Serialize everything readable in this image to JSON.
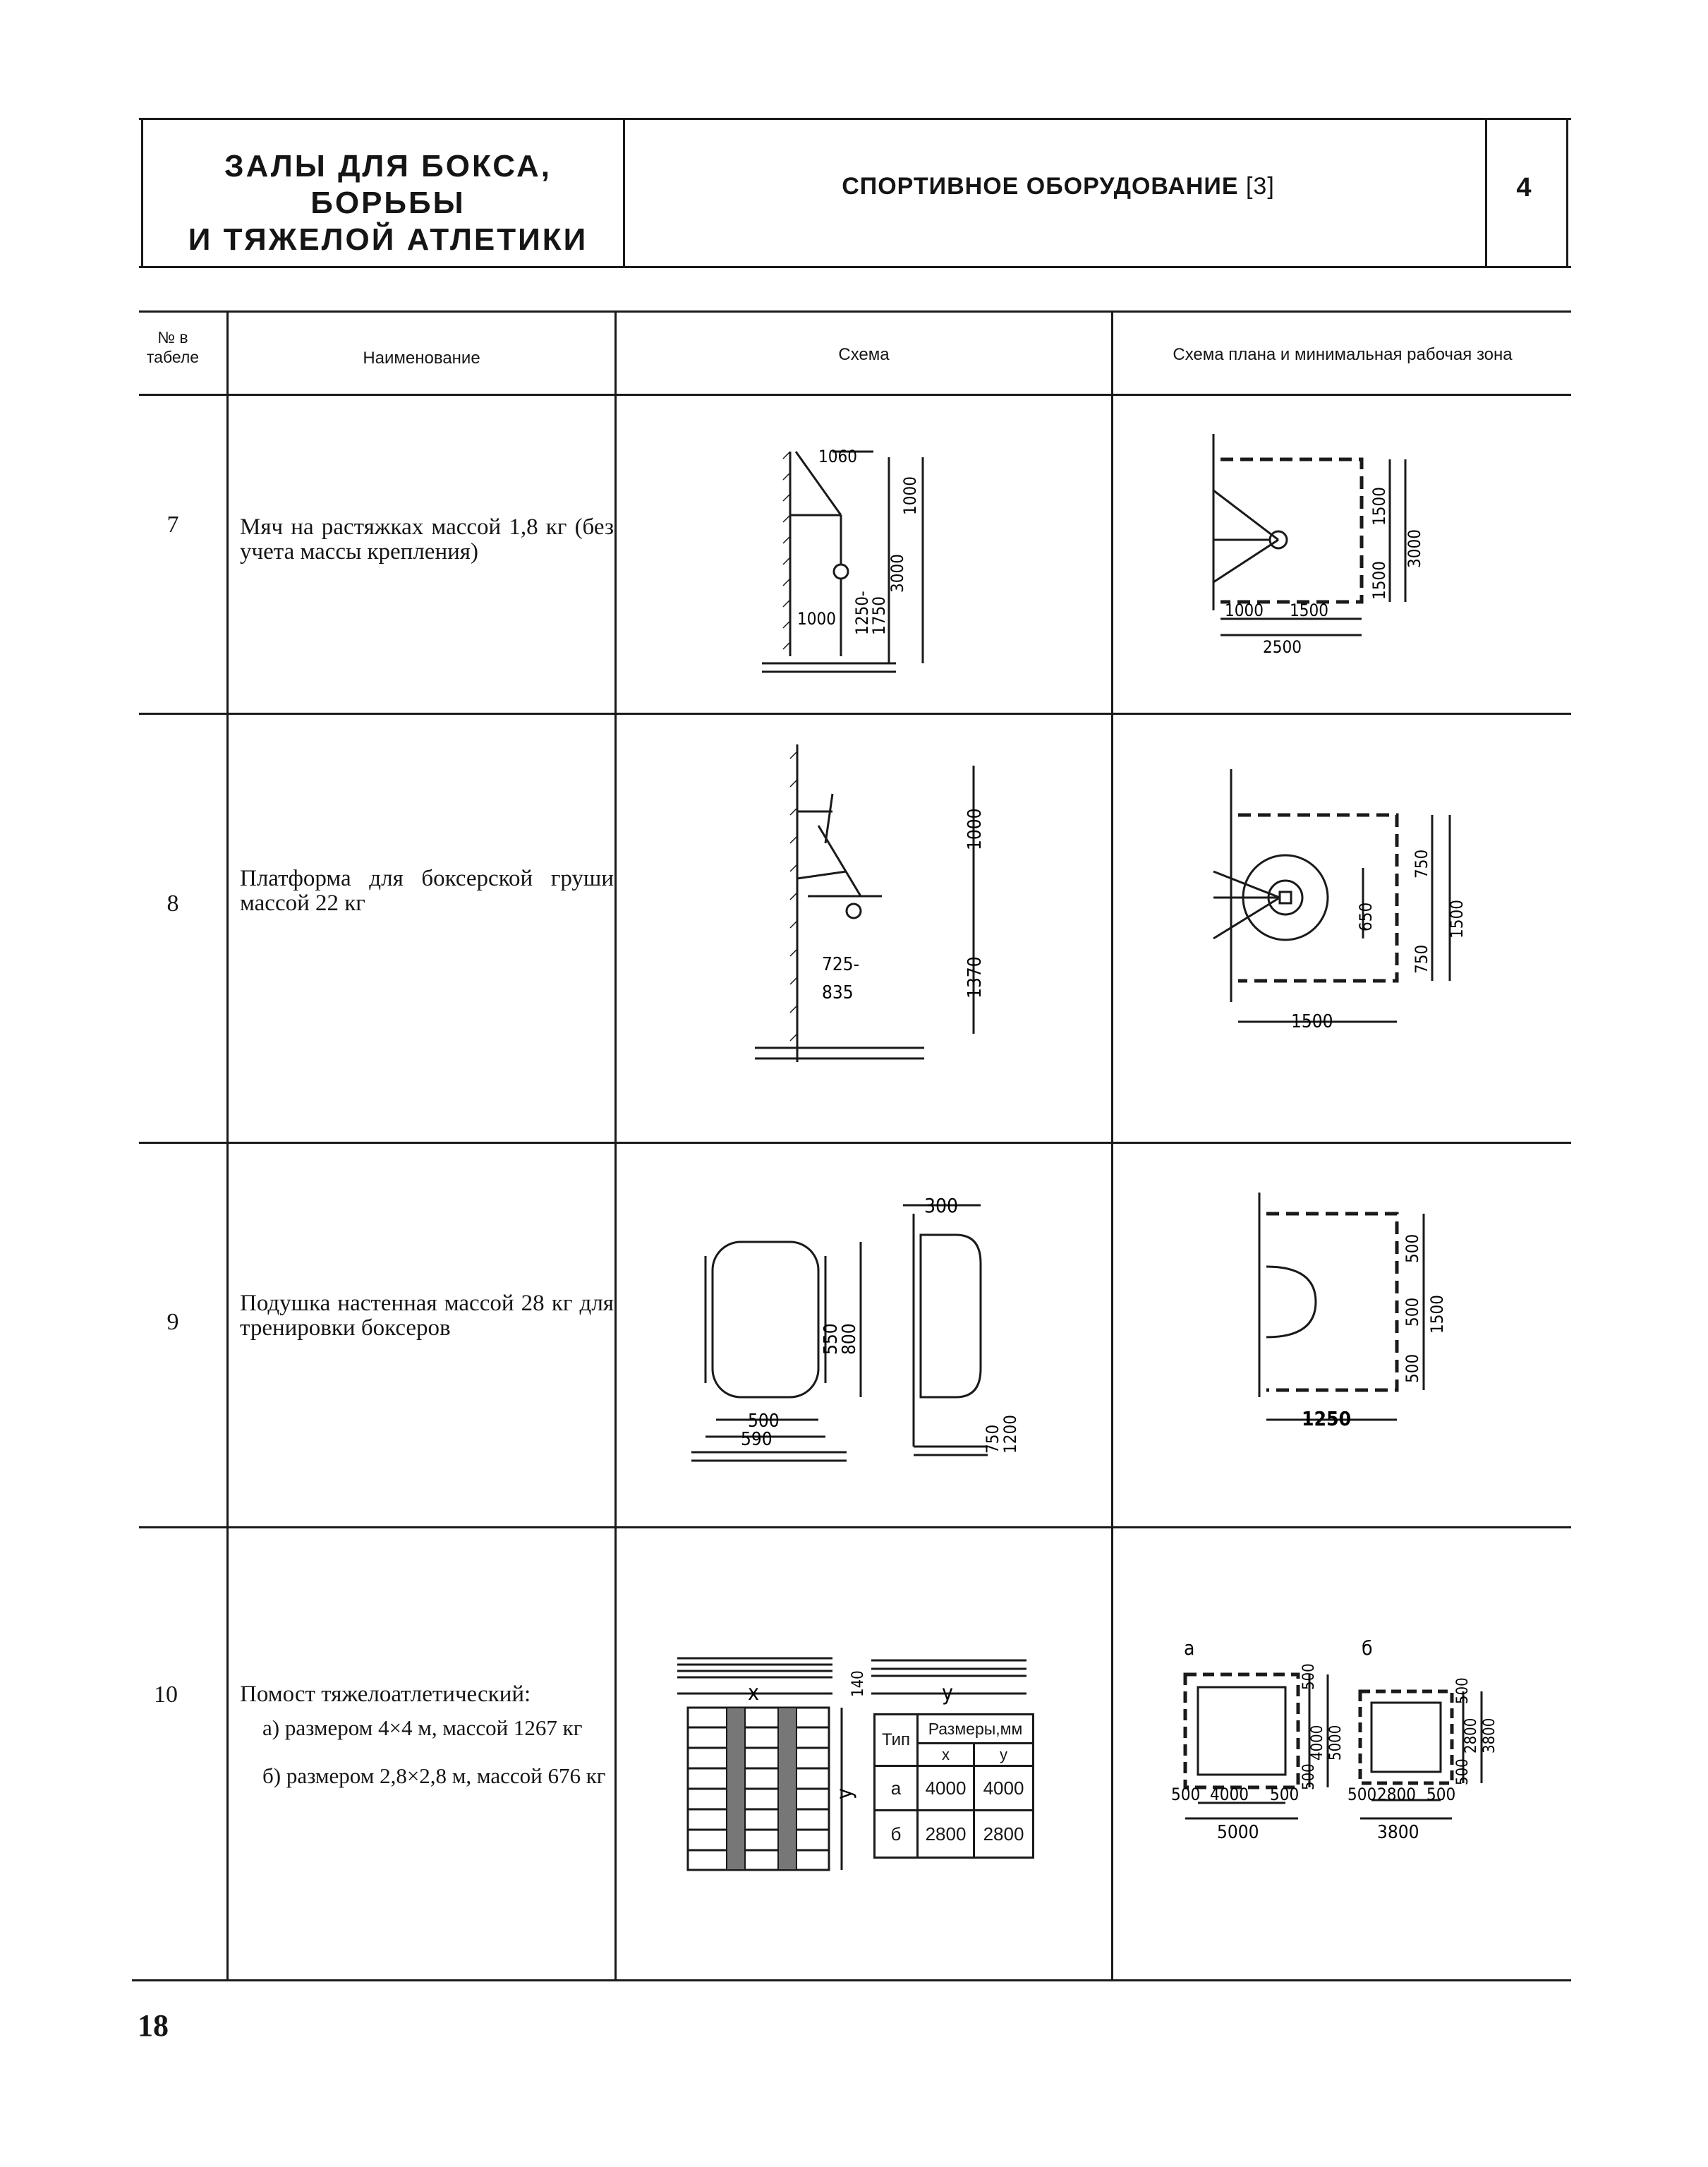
{
  "header": {
    "title_lines": [
      "ЗАЛЫ ДЛЯ БОКСА,",
      "БОРЬБЫ",
      "И ТЯЖЕЛОЙ АТЛЕТИКИ"
    ],
    "section": "СПОРТИВНОЕ ОБОРУДОВАНИЕ",
    "section_ref": "[3]",
    "sheet_number": "4"
  },
  "table": {
    "columns": [
      "№ в табеле",
      "Наименование",
      "Схема",
      "Схема плана и минимальная рабочая зона"
    ],
    "rows": [
      {
        "number": "7",
        "name": "Мяч на растяжках массой 1,8 кг (без учета массы крепления)",
        "scheme_dims": [
          "1060",
          "1000",
          "1000",
          "1250-",
          "1750",
          "3000"
        ],
        "plan_dims": [
          "1500",
          "1500",
          "3000",
          "1000",
          "1500",
          "2500"
        ]
      },
      {
        "number": "8",
        "name": "Платформа для боксерской груши массой 22 кг",
        "scheme_dims": [
          "1000",
          "1370",
          "725-",
          "835"
        ],
        "plan_dims": [
          "650",
          "750",
          "750",
          "1500",
          "1500"
        ]
      },
      {
        "number": "9",
        "name": "Подушка настенная массой 28 кг для тренировки боксеров",
        "scheme_dims": [
          "300",
          "550",
          "800",
          "500",
          "590",
          "750",
          "1200"
        ],
        "plan_dims": [
          "500",
          "500",
          "500",
          "1500",
          "1250"
        ]
      },
      {
        "number": "10",
        "name": "Помост тяжелоатлетический:",
        "variants": [
          "а) размером 4×4 м, массой 1267 кг",
          "б) размером 2,8×2,8 м, массой 676 кг"
        ],
        "scheme_labels": {
          "x": "х",
          "y": "у",
          "thickness": "140"
        },
        "size_table": {
          "headers": [
            "Тип",
            "Размеры,мм",
            "х",
            "у"
          ],
          "rows": [
            [
              "а",
              "4000",
              "4000"
            ],
            [
              "б",
              "2800",
              "2800"
            ]
          ]
        },
        "plan_a": {
          "label": "а",
          "dims": [
            "500",
            "4000",
            "5000",
            "500",
            "500",
            "4000",
            "5000",
            "500"
          ]
        },
        "plan_b": {
          "label": "б",
          "dims": [
            "500",
            "2800",
            "3800",
            "500",
            "500",
            "2800",
            "3800",
            "500"
          ]
        }
      }
    ]
  },
  "page_number": "18"
}
